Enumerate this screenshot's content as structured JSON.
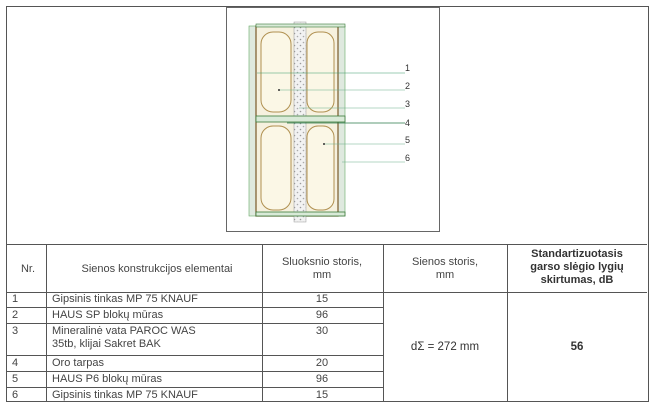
{
  "diagram": {
    "labels": [
      "1",
      "2",
      "3",
      "4",
      "5",
      "6"
    ]
  },
  "table": {
    "headers": {
      "nr": "Nr.",
      "element": "Sienos konstrukcijos elementai",
      "thickness_line1": "Sluoksnio storis,",
      "thickness_line2": "mm",
      "wall_line1": "Sienos storis,",
      "wall_line2": "mm",
      "sound_line1": "Standartizuotasis",
      "sound_line2": "garso slėgio lygių",
      "sound_line3": "skirtumas, dB"
    },
    "rows": [
      {
        "nr": "1",
        "element": "Gipsinis tinkas MP 75 KNAUF",
        "element2": "",
        "thickness": "15"
      },
      {
        "nr": "2",
        "element": "HAUS SP blokų mūras",
        "element2": "",
        "thickness": "96"
      },
      {
        "nr": "3",
        "element": "Mineralinė vata PAROC WAS",
        "element2": "35tb, klijai Sakret BAK",
        "thickness": "30"
      },
      {
        "nr": "4",
        "element": "Oro tarpas",
        "element2": "",
        "thickness": "20"
      },
      {
        "nr": "5",
        "element": "HAUS P6 blokų mūras",
        "element2": "",
        "thickness": "96"
      },
      {
        "nr": "6",
        "element": "Gipsinis tinkas MP 75 KNAUF",
        "element2": "",
        "thickness": "15"
      }
    ],
    "wall_thickness": "dΣ = 272 mm",
    "sound_value": "56"
  }
}
